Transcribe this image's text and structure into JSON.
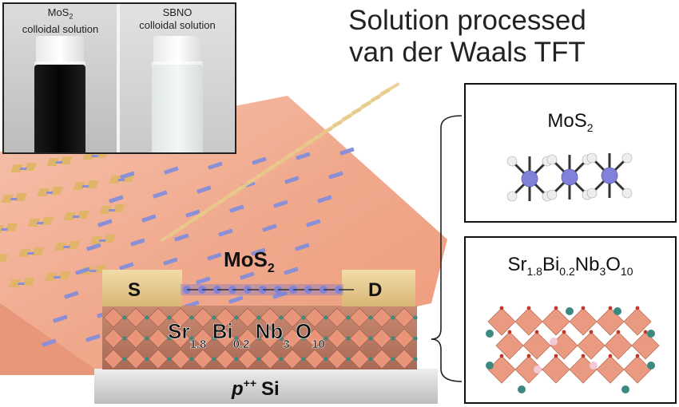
{
  "photo": {
    "left_label": {
      "line1_base": "MoS",
      "line1_sub": "2",
      "line2": "colloidal solution"
    },
    "right_label": {
      "line1": "SBNO",
      "line2": "colloidal solution"
    }
  },
  "title": {
    "line1": "Solution processed",
    "line2": "van der Waals TFT"
  },
  "device": {
    "mos2": {
      "base": "MoS",
      "sub": "2"
    },
    "source": "S",
    "drain": "D",
    "dielectric": [
      {
        "base": "Sr",
        "sub": "1.8"
      },
      {
        "base": "Bi",
        "sub": "0.2"
      },
      {
        "base": "Nb",
        "sub": "3"
      },
      {
        "base": "O",
        "sub": "10"
      }
    ],
    "substrate": {
      "italic": "p",
      "sup": "++",
      "rest": "Si"
    }
  },
  "panels": {
    "mos2": {
      "base": "MoS",
      "sub": "2"
    },
    "sbno": [
      {
        "base": "Sr",
        "sub": "1.8"
      },
      {
        "base": "Bi",
        "sub": "0.2"
      },
      {
        "base": "Nb",
        "sub": "3"
      },
      {
        "base": "O",
        "sub": "10"
      }
    ]
  },
  "colors": {
    "sheet": "#f0a98d",
    "electrode": "#e8c98a",
    "pad": "#e0b56a",
    "channel": "#8a8fd6",
    "octahedron": "#e8957a",
    "atom_teal": "#3b8a80",
    "atom_pink": "#f3c9d6",
    "mo_atom": "#7f82d8",
    "s_atom": "#eeeeee"
  }
}
